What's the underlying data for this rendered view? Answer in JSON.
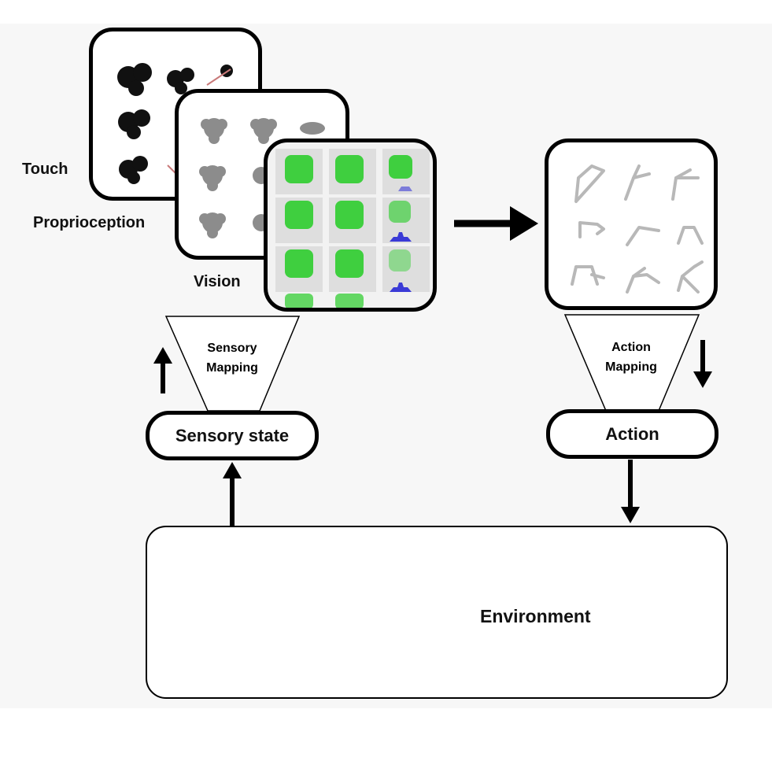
{
  "labels": {
    "touch": "Touch",
    "proprioception": "Proprioception",
    "vision": "Vision",
    "sensory_mapping_line1": "Sensory",
    "sensory_mapping_line2": "Mapping",
    "action_mapping_line1": "Action",
    "action_mapping_line2": "Mapping",
    "sensory_state": "Sensory state",
    "action": "Action",
    "environment": "Environment"
  },
  "colors": {
    "vision_green": "#3fcf3f",
    "vision_blue": "#3a3ad6",
    "action_strokes": "#b8b8b8",
    "outline": "#000000"
  }
}
